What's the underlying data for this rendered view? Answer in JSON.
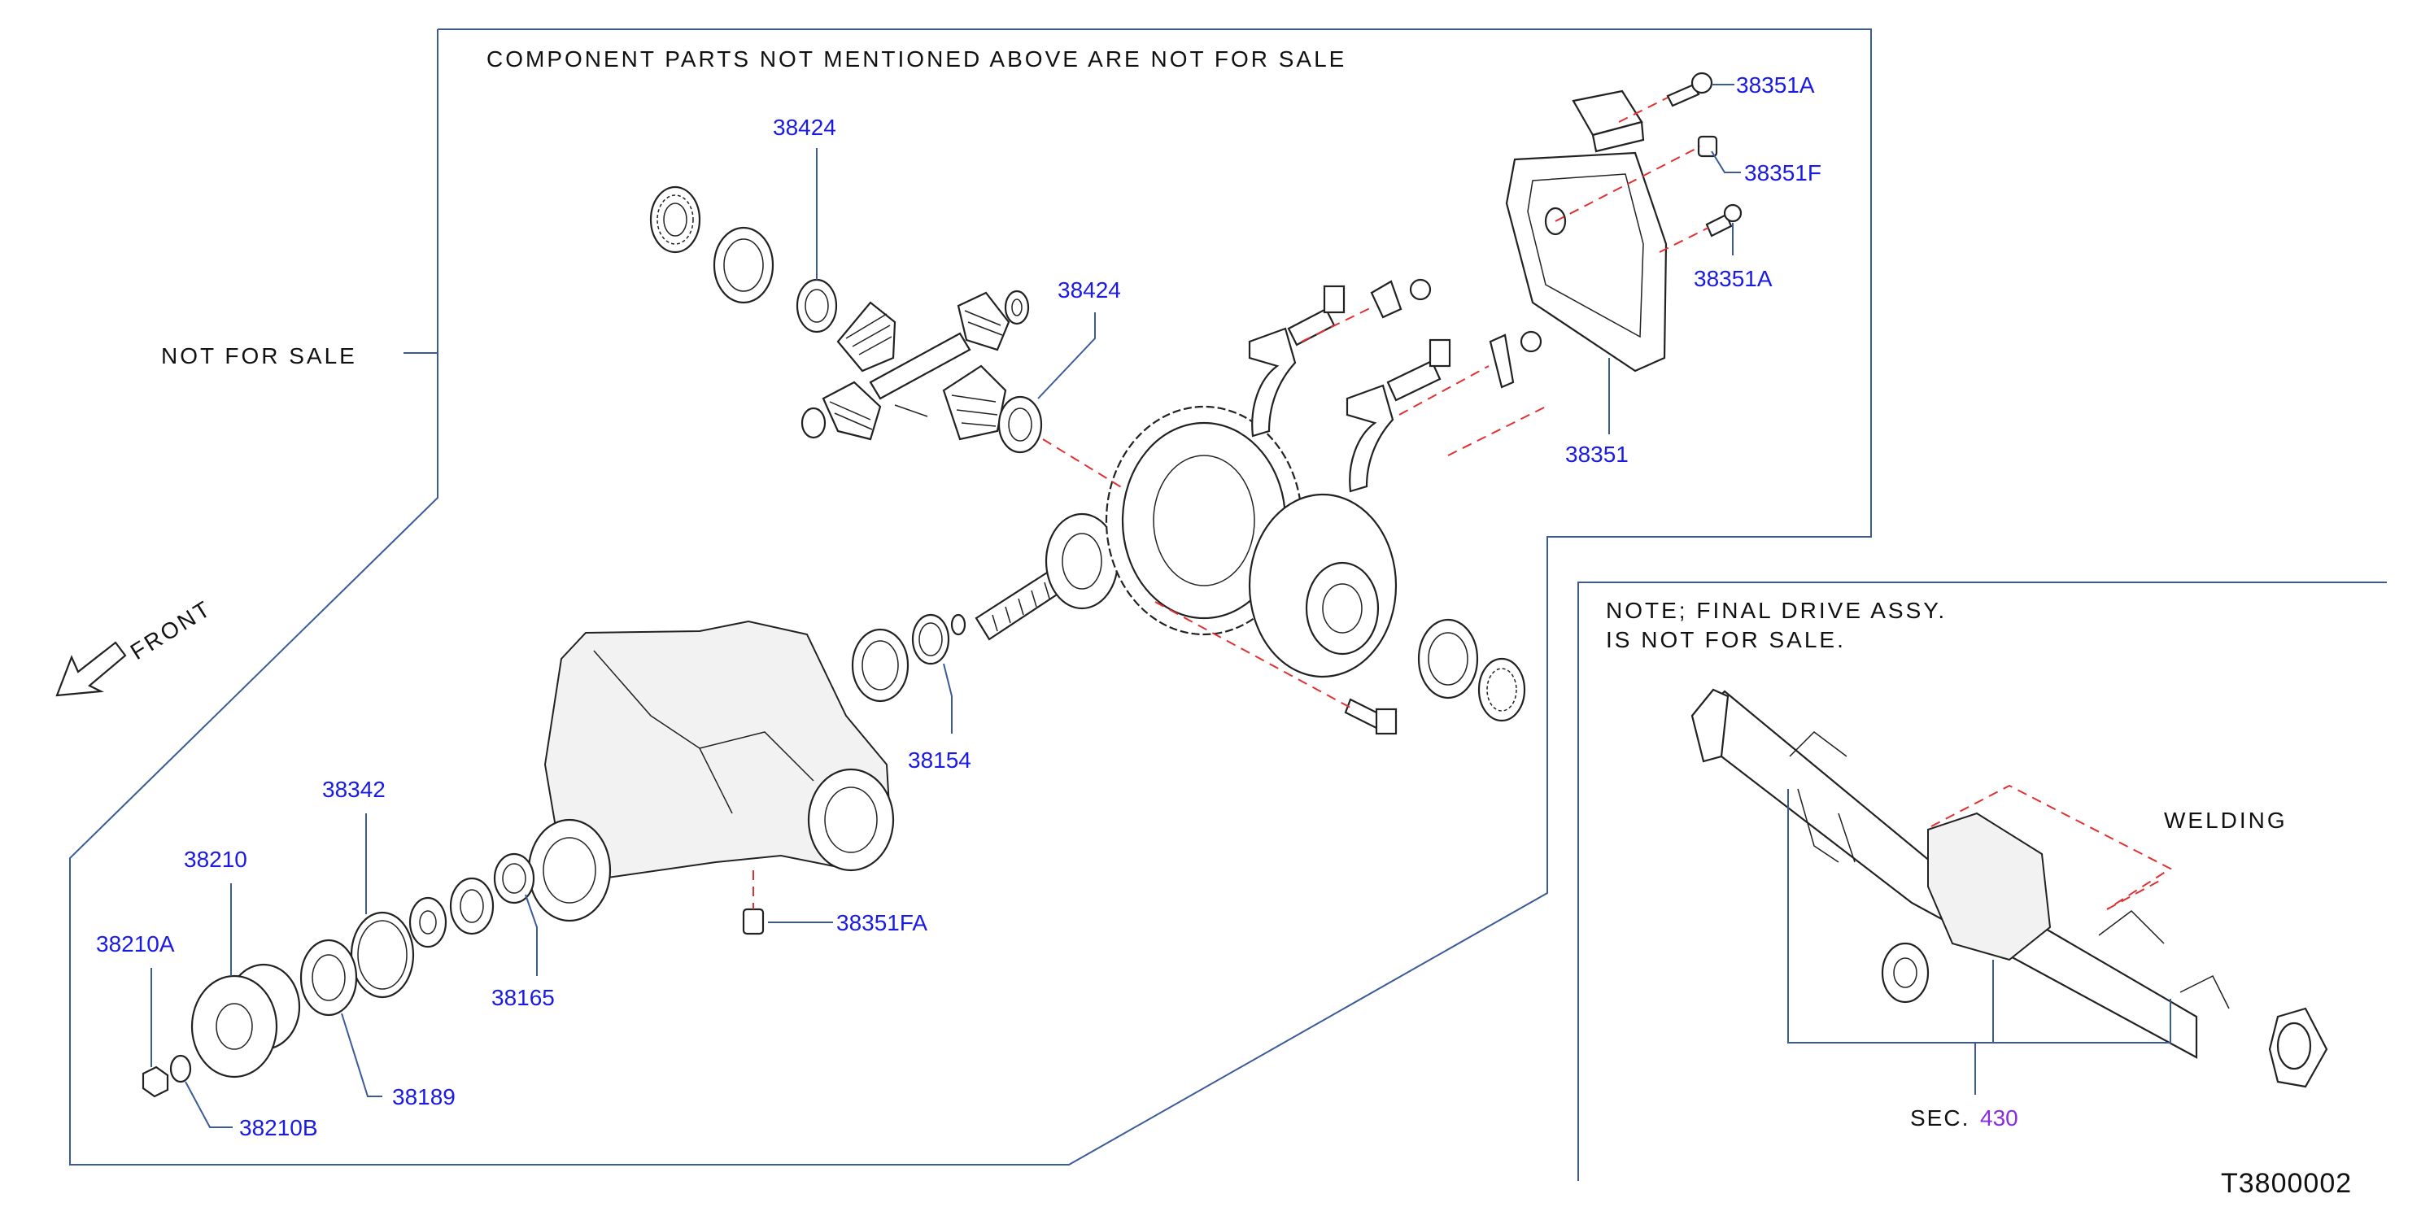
{
  "diagram": {
    "code": "T3800002",
    "notes": {
      "component_parts": "COMPONENT  PARTS  NOT  MENTIONED  ABOVE  ARE  NOT  FOR  SALE",
      "not_for_sale": "NOT  FOR  SALE",
      "front": "FRONT",
      "final_drive_line1": "NOTE;  FINAL  DRIVE  ASSY.",
      "final_drive_line2": "IS  NOT  FOR  SALE.",
      "welding": "WELDING",
      "sec_prefix": "SEC.",
      "sec_number": "430"
    },
    "parts": {
      "p38424_top": "38424",
      "p38424_mid": "38424",
      "p38351A_top": "38351A",
      "p38351F": "38351F",
      "p38351A_mid": "38351A",
      "p38351": "38351",
      "p38154": "38154",
      "p38342": "38342",
      "p38210": "38210",
      "p38210A": "38210A",
      "p38351FA": "38351FA",
      "p38165": "38165",
      "p38189": "38189",
      "p38210B": "38210B"
    },
    "colors": {
      "part_label": "#1a1ae6",
      "section_link": "#8a2be2",
      "leader": "#3a5a9a",
      "dashed": "#e03030"
    }
  }
}
